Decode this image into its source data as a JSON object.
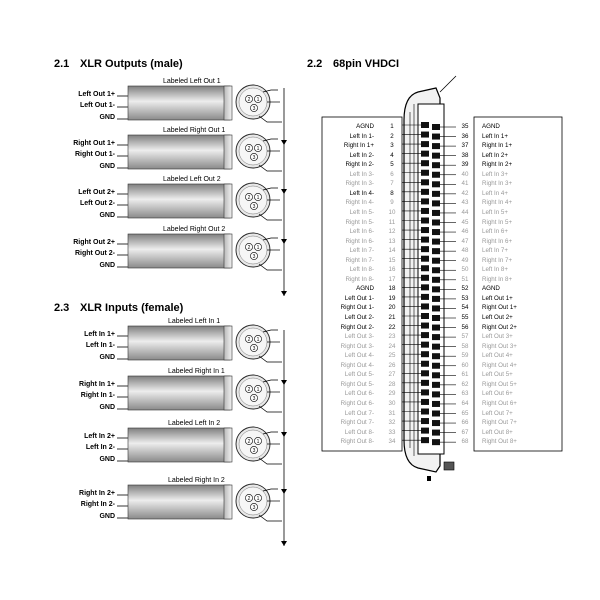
{
  "headers": {
    "xlr_outputs": {
      "num": "2.1",
      "title": "XLR Outputs (male)"
    },
    "vhdci": {
      "num": "2.2",
      "title": "68pin VHDCI"
    },
    "xlr_inputs": {
      "num": "2.3",
      "title": "XLR Inputs (female)"
    }
  },
  "xlr_outputs": [
    {
      "cable_label": "Labeled Left Out 1",
      "pos": "Left Out 1+",
      "neg": "Left Out 1-",
      "gnd": "GND"
    },
    {
      "cable_label": "Labeled Right Out 1",
      "pos": "Right Out 1+",
      "neg": "Right Out 1-",
      "gnd": "GND"
    },
    {
      "cable_label": "Labeled Left Out 2",
      "pos": "Left Out 2+",
      "neg": "Left Out 2-",
      "gnd": "GND"
    },
    {
      "cable_label": "Labeled Right Out 2",
      "pos": "Right Out 2+",
      "neg": "Right Out 2-",
      "gnd": "GND"
    }
  ],
  "xlr_inputs": [
    {
      "cable_label": "Labeled Left In 1",
      "pos": "Left In 1+",
      "neg": "Left In 1-",
      "gnd": "GND"
    },
    {
      "cable_label": "Labeled Right In 1",
      "pos": "Right In 1+",
      "neg": "Right In 1-",
      "gnd": "GND"
    },
    {
      "cable_label": "Labeled Left In 2",
      "pos": "Left In 2+",
      "neg": "Left In 2-",
      "gnd": "GND"
    },
    {
      "cable_label": "Labeled Right In 2",
      "pos": "Right In 2+",
      "neg": "Right In 2-",
      "gnd": "GND"
    }
  ],
  "xlr_pin_numbers": [
    "1",
    "2",
    "3"
  ],
  "vhdci_left": [
    {
      "n": "1",
      "name": "AGND",
      "active": true
    },
    {
      "n": "2",
      "name": "Left In 1-",
      "active": true
    },
    {
      "n": "3",
      "name": "Right In 1+",
      "active": true
    },
    {
      "n": "4",
      "name": "Left In 2-",
      "active": true
    },
    {
      "n": "5",
      "name": "Right In 2-",
      "active": true
    },
    {
      "n": "6",
      "name": "Left In 3-",
      "active": false
    },
    {
      "n": "7",
      "name": "Right In 3-",
      "active": false
    },
    {
      "n": "8",
      "name": "Left In 4-",
      "active": true
    },
    {
      "n": "9",
      "name": "Right In 4-",
      "active": false
    },
    {
      "n": "10",
      "name": "Left In 5-",
      "active": false
    },
    {
      "n": "11",
      "name": "Right In 5-",
      "active": false
    },
    {
      "n": "12",
      "name": "Left In 6-",
      "active": false
    },
    {
      "n": "13",
      "name": "Right In 6-",
      "active": false
    },
    {
      "n": "14",
      "name": "Left In 7-",
      "active": false
    },
    {
      "n": "15",
      "name": "Right In 7-",
      "active": false
    },
    {
      "n": "16",
      "name": "Left In 8-",
      "active": false
    },
    {
      "n": "17",
      "name": "Right In 8-",
      "active": false
    },
    {
      "n": "18",
      "name": "AGND",
      "active": true
    },
    {
      "n": "19",
      "name": "Left Out 1-",
      "active": true
    },
    {
      "n": "20",
      "name": "Right Out 1-",
      "active": true
    },
    {
      "n": "21",
      "name": "Left Out 2-",
      "active": true
    },
    {
      "n": "22",
      "name": "Right Out 2-",
      "active": true
    },
    {
      "n": "23",
      "name": "Left Out 3-",
      "active": false
    },
    {
      "n": "24",
      "name": "Right Out 3-",
      "active": false
    },
    {
      "n": "25",
      "name": "Left Out 4-",
      "active": false
    },
    {
      "n": "26",
      "name": "Right Out 4-",
      "active": false
    },
    {
      "n": "27",
      "name": "Left Out 5-",
      "active": false
    },
    {
      "n": "28",
      "name": "Right Out 5-",
      "active": false
    },
    {
      "n": "29",
      "name": "Left Out 6-",
      "active": false
    },
    {
      "n": "30",
      "name": "Right Out 6-",
      "active": false
    },
    {
      "n": "31",
      "name": "Left Out 7-",
      "active": false
    },
    {
      "n": "32",
      "name": "Right Out 7-",
      "active": false
    },
    {
      "n": "33",
      "name": "Left Out 8-",
      "active": false
    },
    {
      "n": "34",
      "name": "Right Out 8-",
      "active": false
    }
  ],
  "vhdci_right": [
    {
      "n": "35",
      "name": "AGND",
      "active": true
    },
    {
      "n": "36",
      "name": "Left In 1+",
      "active": true
    },
    {
      "n": "37",
      "name": "Right In 1+",
      "active": true
    },
    {
      "n": "38",
      "name": "Left In 2+",
      "active": true
    },
    {
      "n": "39",
      "name": "Right In 2+",
      "active": true
    },
    {
      "n": "40",
      "name": "Left In 3+",
      "active": false
    },
    {
      "n": "41",
      "name": "Right In 3+",
      "active": false
    },
    {
      "n": "42",
      "name": "Left In 4+",
      "active": false
    },
    {
      "n": "43",
      "name": "Right In 4+",
      "active": false
    },
    {
      "n": "44",
      "name": "Left In 5+",
      "active": false
    },
    {
      "n": "45",
      "name": "Right In 5+",
      "active": false
    },
    {
      "n": "46",
      "name": "Left In 6+",
      "active": false
    },
    {
      "n": "47",
      "name": "Right In 6+",
      "active": false
    },
    {
      "n": "48",
      "name": "Left In 7+",
      "active": false
    },
    {
      "n": "49",
      "name": "Right In 7+",
      "active": false
    },
    {
      "n": "50",
      "name": "Left In 8+",
      "active": false
    },
    {
      "n": "51",
      "name": "Right In 8+",
      "active": false
    },
    {
      "n": "52",
      "name": "AGND",
      "active": true
    },
    {
      "n": "53",
      "name": "Left Out 1+",
      "active": true
    },
    {
      "n": "54",
      "name": "Right Out 1+",
      "active": true
    },
    {
      "n": "55",
      "name": "Left Out 2+",
      "active": true
    },
    {
      "n": "56",
      "name": "Right Out 2+",
      "active": true
    },
    {
      "n": "57",
      "name": "Left Out 3+",
      "active": false
    },
    {
      "n": "58",
      "name": "Right Out 3+",
      "active": false
    },
    {
      "n": "59",
      "name": "Left Out 4+",
      "active": false
    },
    {
      "n": "60",
      "name": "Right Out 4+",
      "active": false
    },
    {
      "n": "61",
      "name": "Left Out 5+",
      "active": false
    },
    {
      "n": "62",
      "name": "Right Out 5+",
      "active": false
    },
    {
      "n": "63",
      "name": "Left Out 6+",
      "active": false
    },
    {
      "n": "64",
      "name": "Right Out 6+",
      "active": false
    },
    {
      "n": "65",
      "name": "Left Out 7+",
      "active": false
    },
    {
      "n": "66",
      "name": "Right Out 7+",
      "active": false
    },
    {
      "n": "67",
      "name": "Left Out 8+",
      "active": false
    },
    {
      "n": "68",
      "name": "Right Out 8+",
      "active": false
    }
  ],
  "colors": {
    "cable_dark": "#7f7f7f",
    "cable_light": "#ededed",
    "inactive_text": "#9a9a9a",
    "line": "#000000"
  }
}
